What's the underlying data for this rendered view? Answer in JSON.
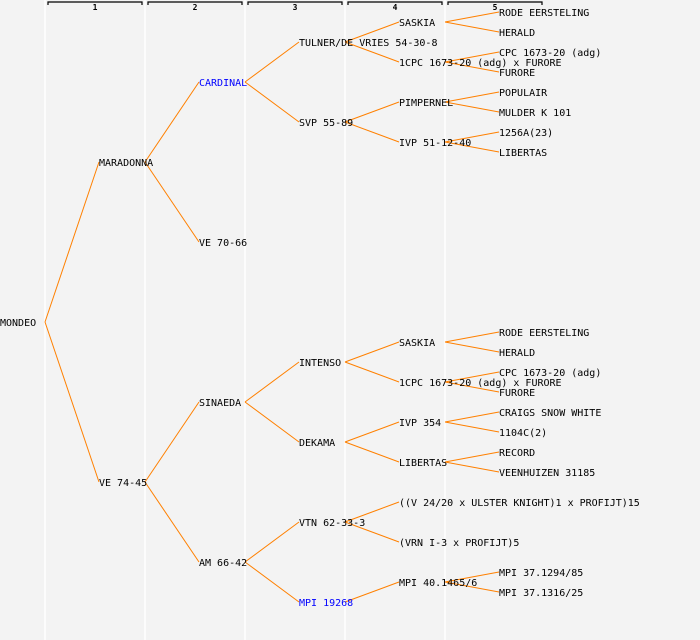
{
  "colors": {
    "line": "#ff8000",
    "text": "#000000",
    "highlight": "#0000ff",
    "background": "#f3f3f3",
    "separator": "#ffffff"
  },
  "generations": [
    "1",
    "2",
    "3",
    "4",
    "5"
  ],
  "nodes": [
    {
      "label": "MONDEO",
      "gen": 0,
      "parent": null
    },
    {
      "label": "MARADONNA",
      "gen": 1,
      "parent": 0
    },
    {
      "label": "VE 74-45",
      "gen": 1,
      "parent": 0
    },
    {
      "label": "CARDINAL",
      "gen": 2,
      "parent": 1,
      "highlight": true
    },
    {
      "label": "VE 70-66",
      "gen": 2,
      "parent": 1
    },
    {
      "label": "SINAEDA",
      "gen": 2,
      "parent": 2
    },
    {
      "label": "AM 66-42",
      "gen": 2,
      "parent": 2
    },
    {
      "label": "TULNER/DE VRIES 54-30-8",
      "gen": 3,
      "parent": 3
    },
    {
      "label": "SVP 55-89",
      "gen": 3,
      "parent": 3
    },
    {
      "label": "INTENSO",
      "gen": 3,
      "parent": 5
    },
    {
      "label": "DEKAMA",
      "gen": 3,
      "parent": 5
    },
    {
      "label": "VTN 62-33-3",
      "gen": 3,
      "parent": 6
    },
    {
      "label": "MPI 19268",
      "gen": 3,
      "parent": 6,
      "highlight": true
    },
    {
      "label": "SASKIA",
      "gen": 4,
      "parent": 7
    },
    {
      "label": "1CPC 1673-20 (adg) x FURORE",
      "gen": 4,
      "parent": 7
    },
    {
      "label": "PIMPERNEL",
      "gen": 4,
      "parent": 8
    },
    {
      "label": "IVP 51-12-40",
      "gen": 4,
      "parent": 8
    },
    {
      "label": "SASKIA",
      "gen": 4,
      "parent": 9
    },
    {
      "label": "1CPC 1673-20 (adg) x FURORE",
      "gen": 4,
      "parent": 9
    },
    {
      "label": "IVP 354",
      "gen": 4,
      "parent": 10
    },
    {
      "label": "LIBERTAS",
      "gen": 4,
      "parent": 10
    },
    {
      "label": "((V 24/20 x ULSTER KNIGHT)1 x PROFIJT)15",
      "gen": 4,
      "parent": 11
    },
    {
      "label": "(VRN I-3 x PROFIJT)5",
      "gen": 4,
      "parent": 11
    },
    {
      "label": "MPI 40.1465/6",
      "gen": 4,
      "parent": 12
    },
    {
      "label": "RODE EERSTELING",
      "gen": 5,
      "parent": 13
    },
    {
      "label": "HERALD",
      "gen": 5,
      "parent": 13
    },
    {
      "label": "CPC 1673-20 (adg)",
      "gen": 5,
      "parent": 14
    },
    {
      "label": "FURORE",
      "gen": 5,
      "parent": 14
    },
    {
      "label": "POPULAIR",
      "gen": 5,
      "parent": 15
    },
    {
      "label": "MULDER K 101",
      "gen": 5,
      "parent": 15
    },
    {
      "label": "1256A(23)",
      "gen": 5,
      "parent": 16
    },
    {
      "label": "LIBERTAS",
      "gen": 5,
      "parent": 16
    },
    {
      "label": "RODE EERSTELING",
      "gen": 5,
      "parent": 17
    },
    {
      "label": "HERALD",
      "gen": 5,
      "parent": 17
    },
    {
      "label": "CPC 1673-20 (adg)",
      "gen": 5,
      "parent": 18
    },
    {
      "label": "FURORE",
      "gen": 5,
      "parent": 18
    },
    {
      "label": "CRAIGS SNOW WHITE",
      "gen": 5,
      "parent": 19
    },
    {
      "label": "1104C(2)",
      "gen": 5,
      "parent": 19
    },
    {
      "label": "RECORD",
      "gen": 5,
      "parent": 20
    },
    {
      "label": "VEENHUIZEN 31185",
      "gen": 5,
      "parent": 20
    },
    {
      "label": "MPI 37.1294/85",
      "gen": 5,
      "parent": 23
    },
    {
      "label": "MPI 37.1316/25",
      "gen": 5,
      "parent": 23
    }
  ]
}
